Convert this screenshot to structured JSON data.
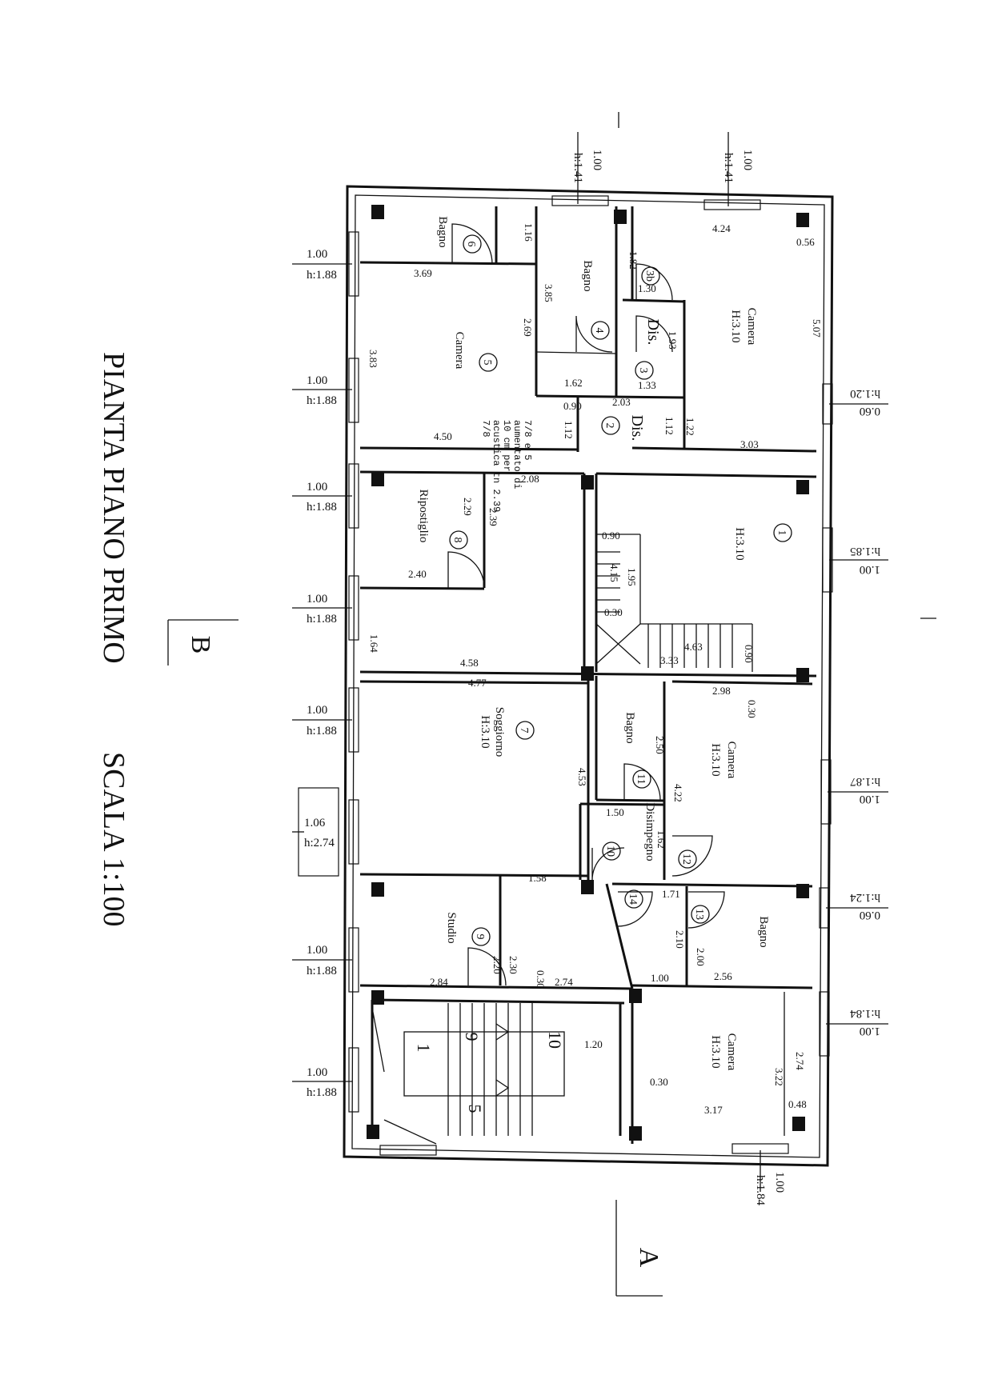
{
  "title": "PIANTA PIANO PRIMO",
  "scale": "SCALA 1:100",
  "section_markers": {
    "a": "A",
    "b": "B"
  },
  "rooms": [
    {
      "id": "1",
      "name": "",
      "height": "H:3.10"
    },
    {
      "id": "2",
      "name": "Dis.",
      "height": ""
    },
    {
      "id": "3",
      "name": "Dis.",
      "height": ""
    },
    {
      "id": "3b",
      "name": "",
      "height": ""
    },
    {
      "id": "4",
      "name": "Bagno",
      "height": ""
    },
    {
      "id": "5",
      "name": "Camera",
      "height": ""
    },
    {
      "id": "6",
      "name": "Bagno",
      "height": ""
    },
    {
      "id": "7",
      "name": "Soggiorno",
      "height": "H:3.10"
    },
    {
      "id": "8",
      "name": "Ripostiglio",
      "height": ""
    },
    {
      "id": "9",
      "name": "Studio",
      "height": ""
    },
    {
      "id": "10",
      "name": "",
      "height": ""
    },
    {
      "id": "11",
      "name": "Bagno",
      "height": ""
    },
    {
      "id": "12",
      "name": "Disimpegno",
      "height": ""
    },
    {
      "id": "13",
      "name": "Bagno",
      "height": ""
    },
    {
      "id": "14",
      "name": "",
      "height": ""
    },
    {
      "id": "cam_ne",
      "name": "Camera",
      "height": "H:3.10"
    },
    {
      "id": "cam_e",
      "name": "Camera",
      "height": "H:3.10"
    },
    {
      "id": "cam_se",
      "name": "Camera",
      "height": "H:3.10"
    }
  ],
  "windows": [
    {
      "w": "1.00",
      "h": "h:1.41"
    },
    {
      "w": "1.00",
      "h": "h:1.41"
    },
    {
      "w": "1.00",
      "h": "h:1.88"
    },
    {
      "w": "1.00",
      "h": "h:1.88"
    },
    {
      "w": "1.00",
      "h": "h:1.88"
    },
    {
      "w": "1.00",
      "h": "h:1.88"
    },
    {
      "w": "1.00",
      "h": "h:1.88"
    },
    {
      "w": "1.06",
      "h": "h:2.74"
    },
    {
      "w": "1.00",
      "h": "h:1.88"
    },
    {
      "w": "1.00",
      "h": "h:1.88"
    },
    {
      "w": "0.60",
      "h": "h:1.20"
    },
    {
      "w": "1.00",
      "h": "h:1.85"
    },
    {
      "w": "1.00",
      "h": "h:1.87"
    },
    {
      "w": "0.60",
      "h": "h:1.24"
    },
    {
      "w": "1.00",
      "h": "h:1.84"
    },
    {
      "w": "1.00",
      "h": "h:1.84"
    }
  ],
  "dimensions": [
    "4.24",
    "0.56",
    "1.82",
    "1.30",
    "5.07",
    "1.93",
    "1.33",
    "1.16",
    "3.85",
    "2.69",
    "1.62",
    "3.69",
    "3.83",
    "4.50",
    "0.90",
    "1.12",
    "2.03",
    "1.12",
    "1.22",
    "3.03",
    "2.08",
    "2.29",
    "2.39",
    "2.40",
    "1.64",
    "0.90",
    "4.15",
    "1.95",
    "0.30",
    "4.63",
    "3.33",
    "0.90",
    "4.58",
    "4.77",
    "4.53",
    "2.50",
    "4.22",
    "2.98",
    "0.30",
    "1.50",
    "1.62",
    "1.58",
    "1.71",
    "2.10",
    "2.00",
    "2.56",
    "2.30",
    "2.20",
    "0.30",
    "2.84",
    "2.74",
    "1.00",
    "1.20",
    "0.30",
    "3.22",
    "2.74",
    "0.48",
    "3.17"
  ],
  "stair_numbers": [
    "10",
    "9",
    "1",
    "5"
  ],
  "note": {
    "lines": [
      "7/8 e 5",
      "aumentato di",
      "10 cm per",
      "acustica tn 2.39",
      "7/8"
    ]
  }
}
